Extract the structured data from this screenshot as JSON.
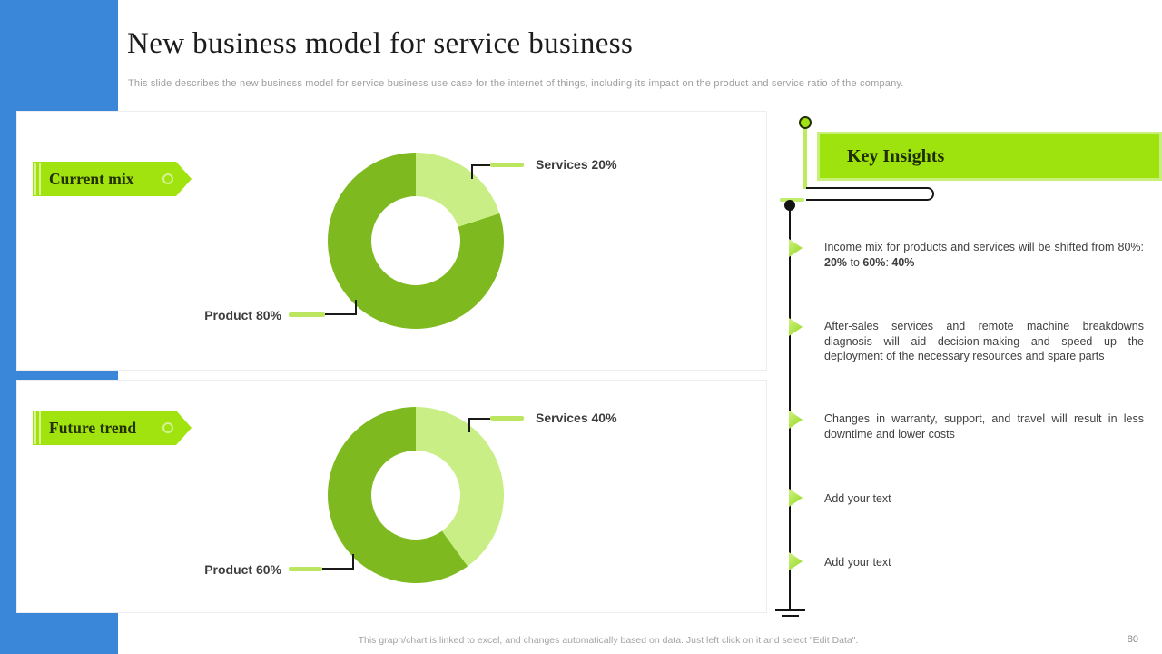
{
  "slide": {
    "title": "New business model for service business",
    "subtitle": "This slide describes the new business model for service business use case for the internet of things, including its impact on the product and service ratio of the company.",
    "footer_note": "This graph/chart is linked to excel, and changes automatically based on data. Just left click on it and select \"Edit Data\".",
    "page_number": "80"
  },
  "colors": {
    "accent_blue": "#3a86d8",
    "banner_green": "#a0e30e",
    "product_green": "#7eba1f",
    "services_green": "#c9ee85",
    "leader_green": "#bde660",
    "text_dark": "#3d3d3d",
    "text_gray": "#9d9d9d"
  },
  "chart_data": [
    {
      "type": "pie",
      "subtype": "donut",
      "title": "Current mix",
      "segments": [
        {
          "label": "Services",
          "value": 20,
          "color": "#c9ee85"
        },
        {
          "label": "Product",
          "value": 80,
          "color": "#7eba1f"
        }
      ],
      "start": "top",
      "direction": "clockwise",
      "hole_ratio": 0.5,
      "callouts": {
        "services": "Services 20%",
        "product": "Product 80%"
      }
    },
    {
      "type": "pie",
      "subtype": "donut",
      "title": "Future trend",
      "segments": [
        {
          "label": "Services",
          "value": 40,
          "color": "#c9ee85"
        },
        {
          "label": "Product",
          "value": 60,
          "color": "#7eba1f"
        }
      ],
      "start": "top",
      "direction": "clockwise",
      "hole_ratio": 0.5,
      "callouts": {
        "services": "Services 40%",
        "product": "Product 60%"
      }
    }
  ],
  "key_insights": {
    "title": "Key Insights",
    "bullet1": {
      "pre": "Income mix for products and services will be shifted from 80%: ",
      "bold1": "20%",
      "mid1": " to ",
      "bold2": "60%",
      "mid2": ": ",
      "bold3": "40%"
    },
    "bullets": [
      "After-sales services and remote machine breakdowns diagnosis will aid decision-making and speed up the deployment of the necessary resources and spare parts",
      "Changes in warranty, support, and travel will result in less downtime and lower costs",
      "Add your text",
      "Add your text"
    ]
  }
}
